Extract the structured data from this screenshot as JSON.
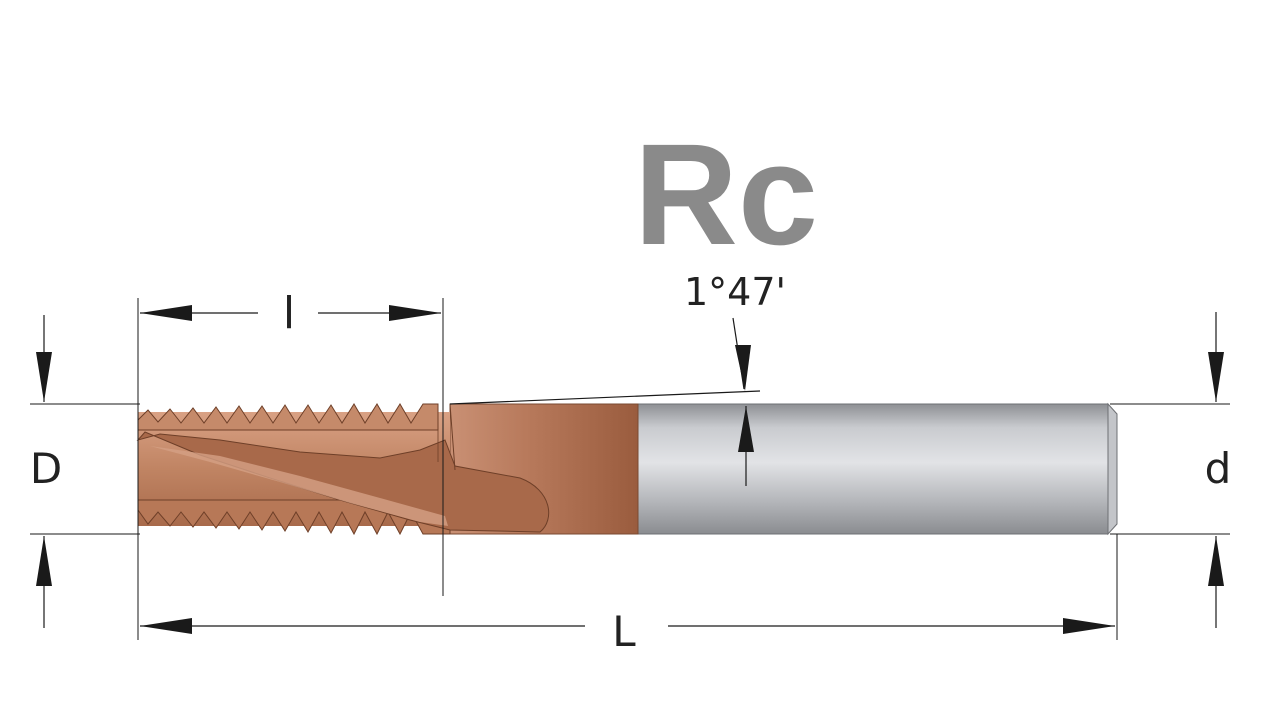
{
  "title": "Rc",
  "angle_label": "1°47'",
  "dimensions": {
    "thread_length": "l",
    "overall_length": "L",
    "thread_diameter": "D",
    "shank_diameter": "d"
  },
  "colors": {
    "title": "#8a8a8a",
    "coating": "#b87a5c",
    "coating_dark": "#8f5538",
    "coating_light": "#d9a184",
    "shank": "#b4b6ba",
    "shank_light": "#dcdde0",
    "shank_dark": "#8e9094",
    "line": "#1a1a1a"
  }
}
